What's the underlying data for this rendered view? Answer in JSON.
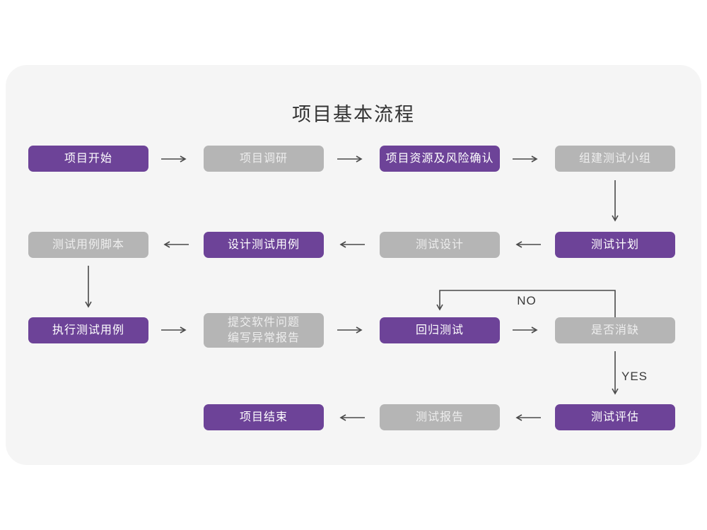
{
  "title": "项目基本流程",
  "theme": {
    "page_bg": "#ffffff",
    "card_bg": "#f5f5f5",
    "node_purple": "#6d4398",
    "node_gray": "#b5b5b5",
    "node_text_purple": "#ffffff",
    "node_text_gray": "#ededed",
    "arrow_color": "#4a4a4a",
    "title_color": "#333333",
    "branch_label_color": "#3a3a3a"
  },
  "nodes": [
    {
      "id": "project-start",
      "label": "项目开始",
      "variant": "purple"
    },
    {
      "id": "project-research",
      "label": "项目调研",
      "variant": "gray"
    },
    {
      "id": "resource-risk-confirm",
      "label": "项目资源及风险确认",
      "variant": "purple"
    },
    {
      "id": "build-test-team",
      "label": "组建测试小组",
      "variant": "gray"
    },
    {
      "id": "test-plan",
      "label": "测试计划",
      "variant": "purple"
    },
    {
      "id": "test-design",
      "label": "测试设计",
      "variant": "gray"
    },
    {
      "id": "design-test-cases",
      "label": "设计测试用例",
      "variant": "purple"
    },
    {
      "id": "test-case-scripts",
      "label": "测试用例脚本",
      "variant": "gray"
    },
    {
      "id": "execute-test-cases",
      "label": "执行测试用例",
      "variant": "purple"
    },
    {
      "id": "submit-issue-report",
      "label_line1": "提交软件问题",
      "label_line2": "编写异常报告",
      "variant": "gray"
    },
    {
      "id": "regression-test",
      "label": "回归测试",
      "variant": "purple"
    },
    {
      "id": "defect-cleared",
      "label": "是否消缺",
      "variant": "gray"
    },
    {
      "id": "test-evaluation",
      "label": "测试评估",
      "variant": "purple"
    },
    {
      "id": "test-report",
      "label": "测试报告",
      "variant": "gray"
    },
    {
      "id": "project-end",
      "label": "项目结束",
      "variant": "purple"
    }
  ],
  "branch_labels": {
    "no": "NO",
    "yes": "YES"
  }
}
